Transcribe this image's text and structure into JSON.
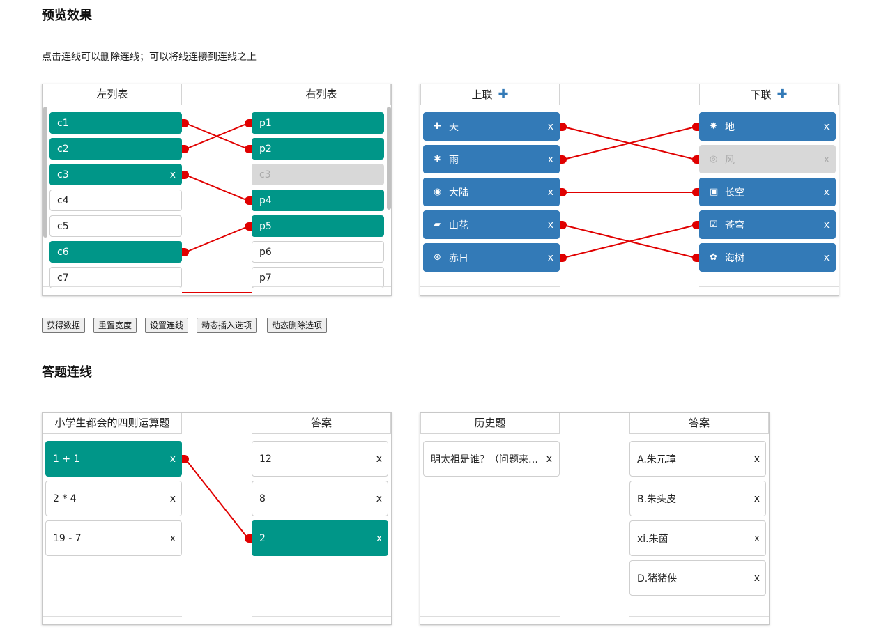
{
  "preview": {
    "heading": "预览效果",
    "description": "点击连线可以删除连线；可以将线连接到连线之上"
  },
  "panel1": {
    "left_header": "左列表",
    "right_header": "右列表",
    "left_items": [
      {
        "label": "c1",
        "state": "green",
        "x": ""
      },
      {
        "label": "c2",
        "state": "green",
        "x": ""
      },
      {
        "label": "c3",
        "state": "green",
        "x": "x"
      },
      {
        "label": "c4",
        "state": "normal",
        "x": ""
      },
      {
        "label": "c5",
        "state": "normal",
        "x": ""
      },
      {
        "label": "c6",
        "state": "green",
        "x": ""
      },
      {
        "label": "c7",
        "state": "normal",
        "x": ""
      }
    ],
    "right_items": [
      {
        "label": "p1",
        "state": "green",
        "x": ""
      },
      {
        "label": "p2",
        "state": "green",
        "x": ""
      },
      {
        "label": "c3",
        "state": "disabled",
        "x": ""
      },
      {
        "label": "p4",
        "state": "green",
        "x": ""
      },
      {
        "label": "p5",
        "state": "green",
        "x": ""
      },
      {
        "label": "p6",
        "state": "normal",
        "x": ""
      },
      {
        "label": "p7",
        "state": "normal",
        "x": ""
      }
    ]
  },
  "panel2": {
    "left_header": "上联",
    "right_header": "下联",
    "add_icon": "plus-icon",
    "left_items": [
      {
        "label": "天",
        "icon": "plus-icon",
        "glyph": "✚",
        "state": "blue",
        "x": "x"
      },
      {
        "label": "雨",
        "icon": "asterisk-icon",
        "glyph": "✱",
        "state": "blue",
        "x": "x"
      },
      {
        "label": "大陆",
        "icon": "compass-icon",
        "glyph": "◉",
        "state": "blue",
        "x": "x"
      },
      {
        "label": "山花",
        "icon": "book-icon",
        "glyph": "▰",
        "state": "blue",
        "x": "x"
      },
      {
        "label": "赤日",
        "icon": "globe-icon",
        "glyph": "⊛",
        "state": "blue",
        "x": "x"
      }
    ],
    "right_items": [
      {
        "label": "地",
        "icon": "bug-icon",
        "glyph": "✸",
        "state": "blue",
        "x": "x"
      },
      {
        "label": "风",
        "icon": "target-icon",
        "glyph": "◎",
        "state": "disabled",
        "x": "x"
      },
      {
        "label": "长空",
        "icon": "calendar-check-icon",
        "glyph": "▣",
        "state": "blue",
        "x": "x"
      },
      {
        "label": "苍穹",
        "icon": "check-square-icon",
        "glyph": "☑",
        "state": "blue",
        "x": "x"
      },
      {
        "label": "海树",
        "icon": "gear-icon",
        "glyph": "✿",
        "state": "blue",
        "x": "x"
      }
    ]
  },
  "buttons": [
    "获得数据",
    "重置宽度",
    "设置连线",
    "动态插入选项",
    "动态删除选项"
  ],
  "quiz": {
    "heading": "答题连线"
  },
  "panel3": {
    "left_header": "小学生都会的四则运算题",
    "right_header": "答案",
    "left_items": [
      {
        "label": "1 + 1",
        "state": "green",
        "x": "x"
      },
      {
        "label": "2 * 4",
        "state": "normal",
        "x": "x"
      },
      {
        "label": "19 - 7",
        "state": "normal",
        "x": "x"
      }
    ],
    "right_items": [
      {
        "label": "12",
        "state": "normal",
        "x": "x"
      },
      {
        "label": "8",
        "state": "normal",
        "x": "x"
      },
      {
        "label": "2",
        "state": "green",
        "x": "x"
      }
    ]
  },
  "panel4": {
    "left_header": "历史题",
    "right_header": "答案",
    "left_items": [
      {
        "label": "明太祖是谁？（问题来自…",
        "state": "normal",
        "x": "x"
      }
    ],
    "right_items": [
      {
        "label": "A.朱元璋",
        "state": "normal",
        "x": "x"
      },
      {
        "label": "B.朱头皮",
        "state": "normal",
        "x": "x"
      },
      {
        "label": "xi.朱茵",
        "state": "normal",
        "x": "x"
      },
      {
        "label": "D.猪猪侠",
        "state": "normal",
        "x": "x"
      }
    ]
  },
  "colors": {
    "green": "#009688",
    "blue": "#337ab7",
    "link": "#e00000",
    "disabled": "#d8d8d8"
  }
}
